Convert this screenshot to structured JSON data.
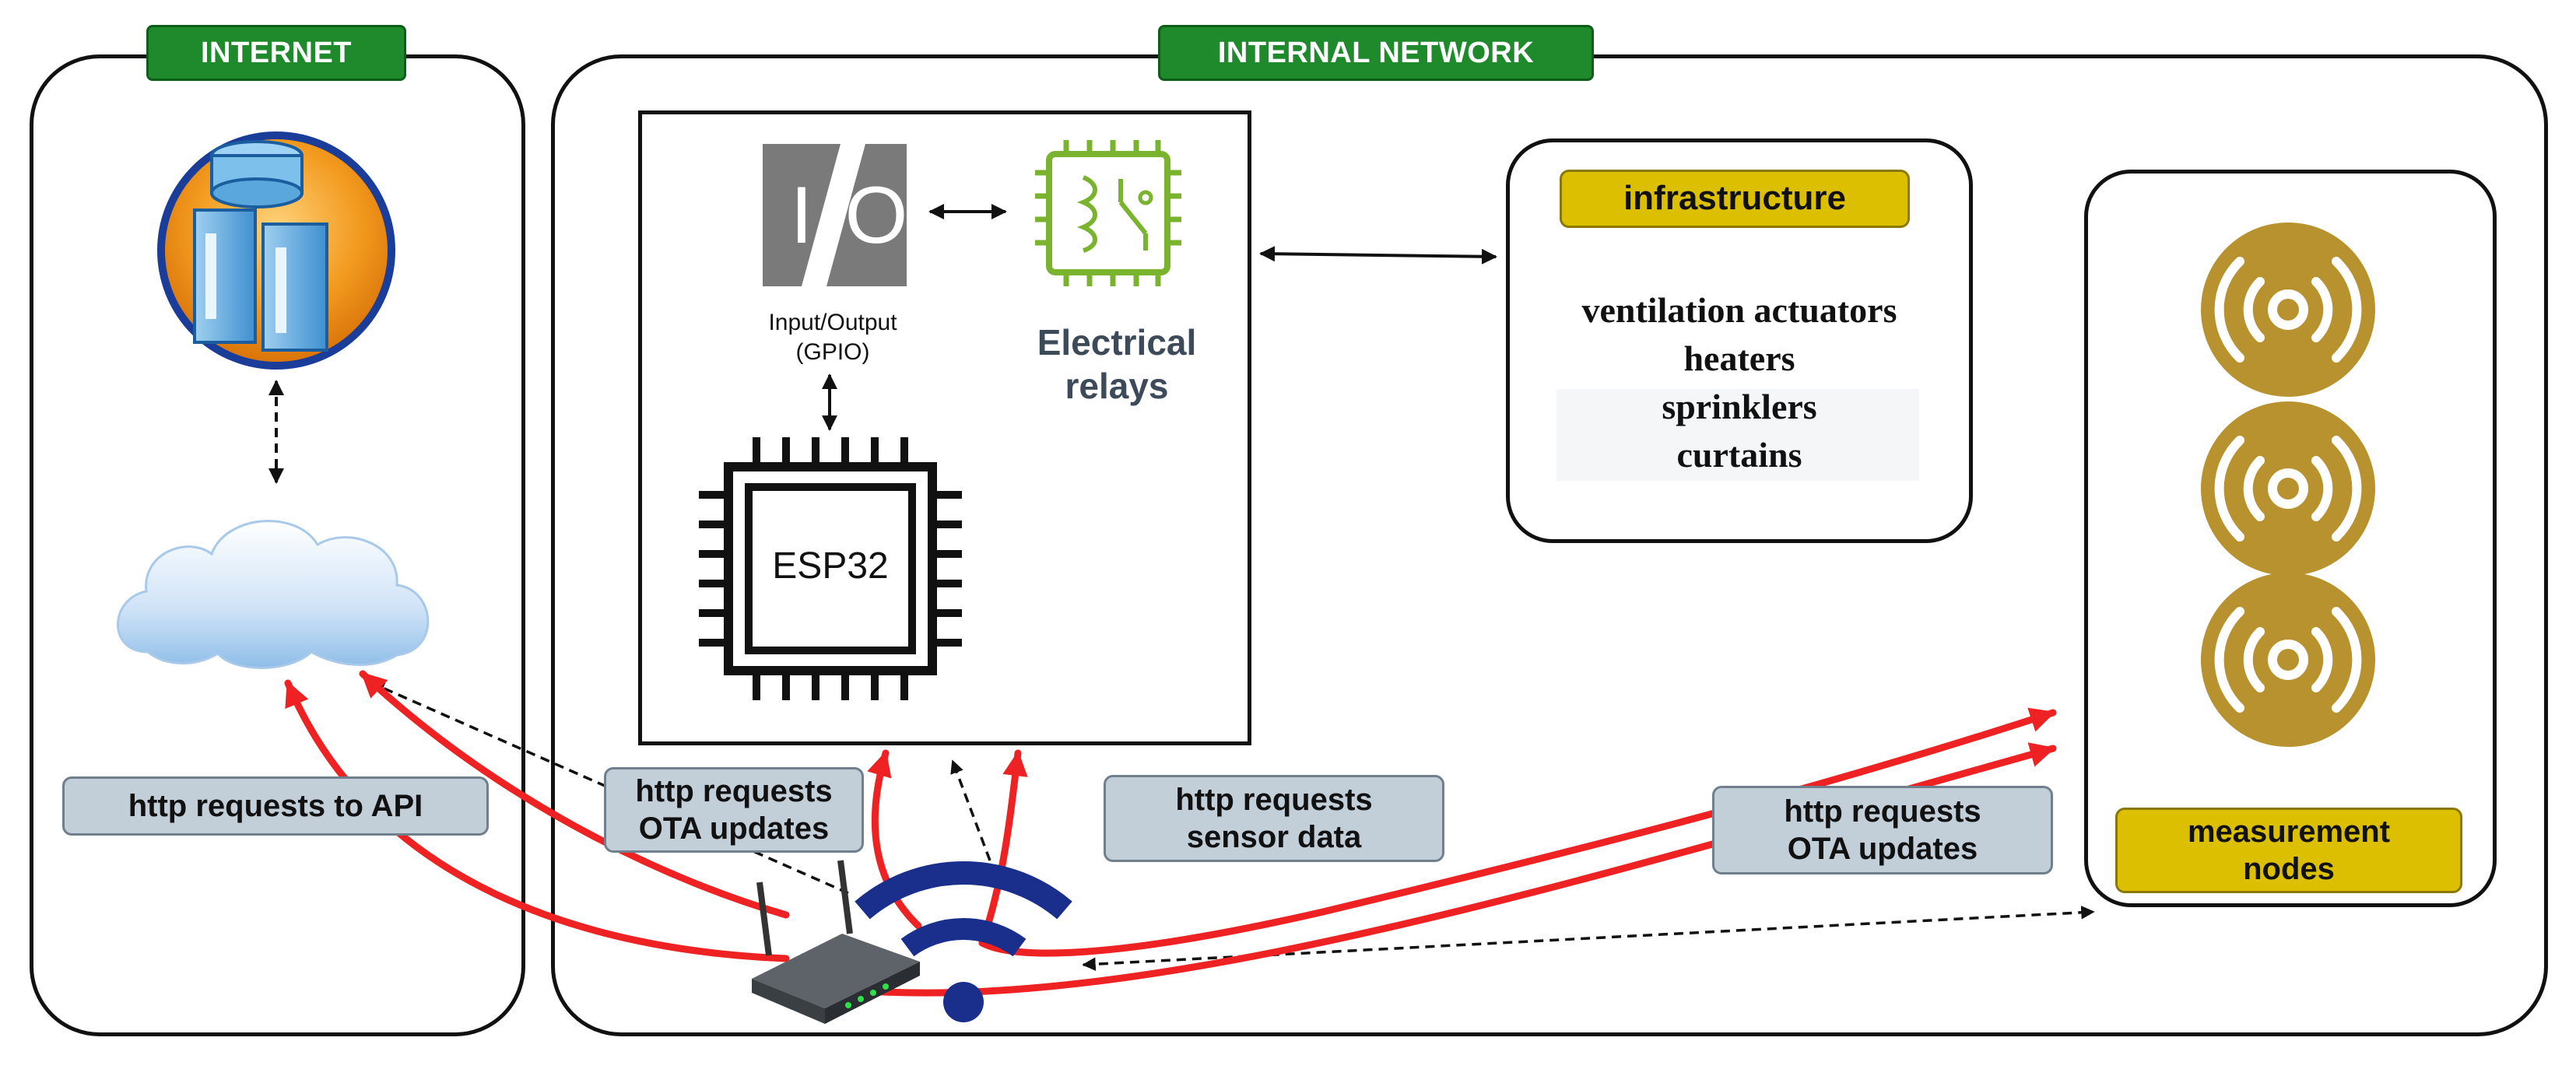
{
  "zones": {
    "internet": {
      "label": "INTERNET"
    },
    "internal": {
      "label": "INTERNAL NETWORK"
    }
  },
  "controller": {
    "io_glyph": "I/O",
    "io_label_line1": "Input/Output",
    "io_label_line2": "(GPIO)",
    "relays_line1": "Electrical",
    "relays_line2": "relays",
    "chip_label": "ESP32"
  },
  "infrastructure": {
    "title": "infrastructure",
    "items": [
      "ventilation actuators",
      "heaters",
      "sprinklers",
      "curtains"
    ]
  },
  "nodes": {
    "line1": "measurement",
    "line2": "nodes"
  },
  "labels": {
    "api_requests": "http requests to API",
    "ota_left_line1": "http requests",
    "ota_left_line2": "OTA updates",
    "sensor_line1": "http requests",
    "sensor_line2": "sensor data",
    "ota_right_line1": "http requests",
    "ota_right_line2": "OTA updates"
  },
  "icons": [
    "server-database-icon",
    "cloud-icon",
    "io-icon",
    "relay-chip-icon",
    "esp32-chip-icon",
    "router-icon",
    "wifi-icon",
    "sensor-node-icon"
  ],
  "colors": {
    "tag_green": "#1e8a2c",
    "label_yellow": "#dcc000",
    "label_gray": "#c2ced8",
    "request_red": "#ee2222",
    "relay_green": "#7ab32e",
    "sensor_gold": "#b8922e",
    "wifi_blue": "#1a2f8c"
  }
}
